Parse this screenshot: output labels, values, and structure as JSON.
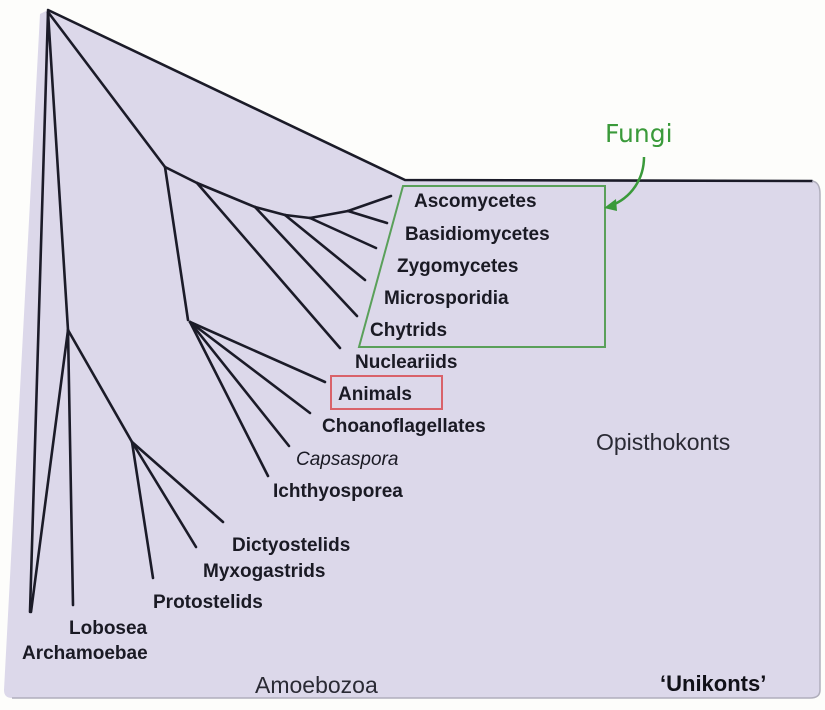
{
  "diagram": {
    "type": "phylogenetic-tree",
    "group_labels": {
      "opisthokonts": "Opisthokonts",
      "amoebozoa": "Amoebozoa",
      "unikonts": "‘Unikonts’"
    },
    "fungi_callout": {
      "title": "Fungi",
      "color": "#3a9a3a"
    },
    "highlight_color": "#d9626a",
    "background_color": "#dcd8ea",
    "taxa": {
      "ascomycetes": "Ascomycetes",
      "basidiomycetes": "Basidiomycetes",
      "zygomycetes": "Zygomycetes",
      "microsporidia": "Microsporidia",
      "chytrids": "Chytrids",
      "nucleariids": "Nucleariids",
      "animals": "Animals",
      "choanoflagellates": "Choanoflagellates",
      "capsaspora": "Capsaspora",
      "ichthyosporea": "Ichthyosporea",
      "dictyostelids": "Dictyostelids",
      "myxogastrids": "Myxogastrids",
      "protostelids": "Protostelids",
      "lobosea": "Lobosea",
      "archamoebae": "Archamoebae"
    }
  }
}
